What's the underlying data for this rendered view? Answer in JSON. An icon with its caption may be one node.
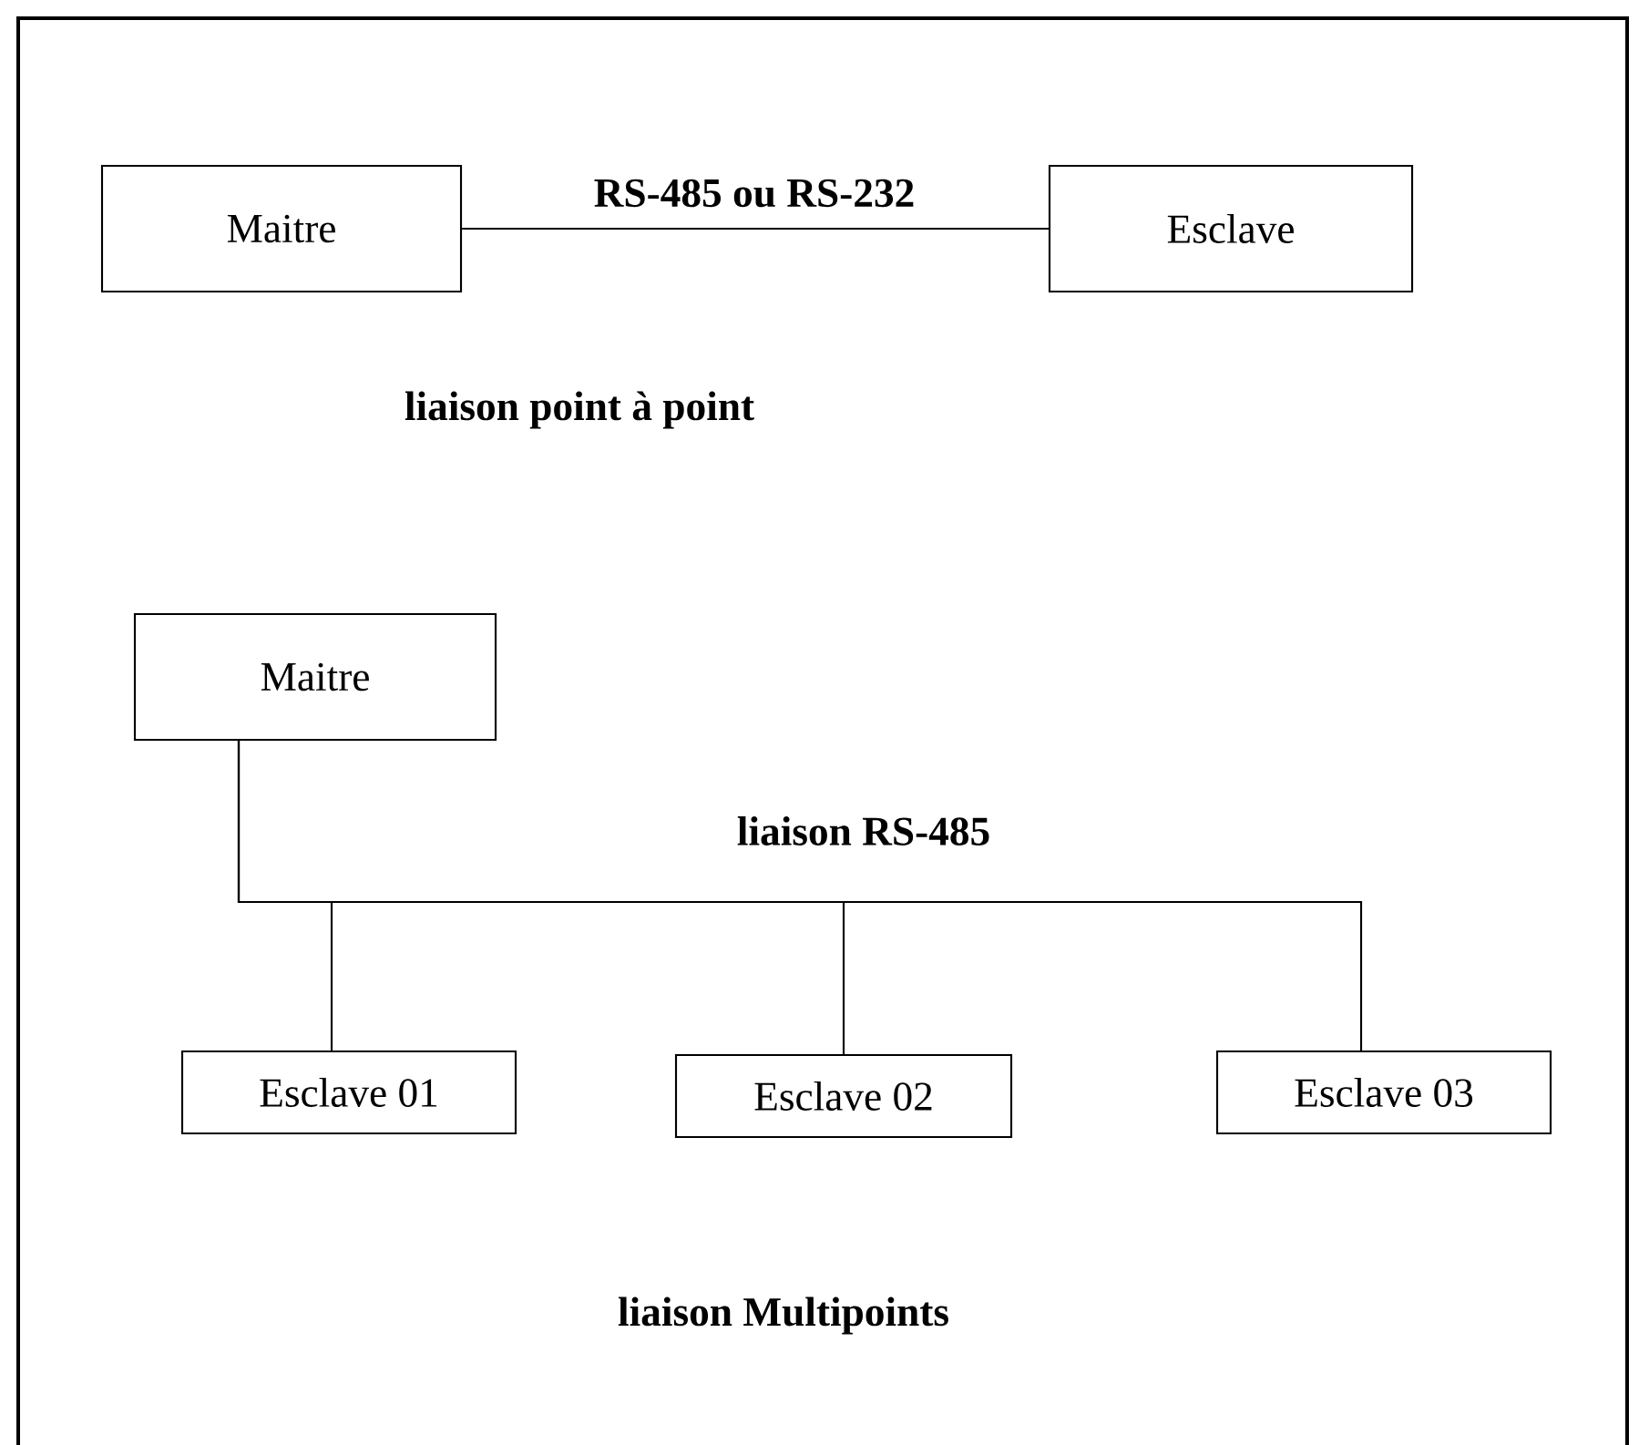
{
  "diagram": {
    "nodes": [
      {
        "text": [
          "Maitre"
        ]
      },
      {
        "text": [
          "Esclave"
        ]
      },
      {
        "text": [
          "Maitre"
        ]
      },
      {
        "text": [
          "Esclave  01"
        ]
      },
      {
        "text": [
          "Esclave  02"
        ]
      },
      {
        "text": [
          "Esclave 03"
        ]
      }
    ],
    "edges": [
      {
        "from": 0,
        "to": 1,
        "arrow": "none",
        "label": "RS-485 ou RS-232"
      },
      {
        "from": 2,
        "to": 3,
        "arrow": "none"
      },
      {
        "from": 2,
        "to": 4,
        "arrow": "none"
      },
      {
        "from": 2,
        "to": 5,
        "arrow": "none"
      }
    ],
    "labels": [
      "liaison point à point",
      "liaison RS-485",
      "liaison Multipoints"
    ]
  }
}
